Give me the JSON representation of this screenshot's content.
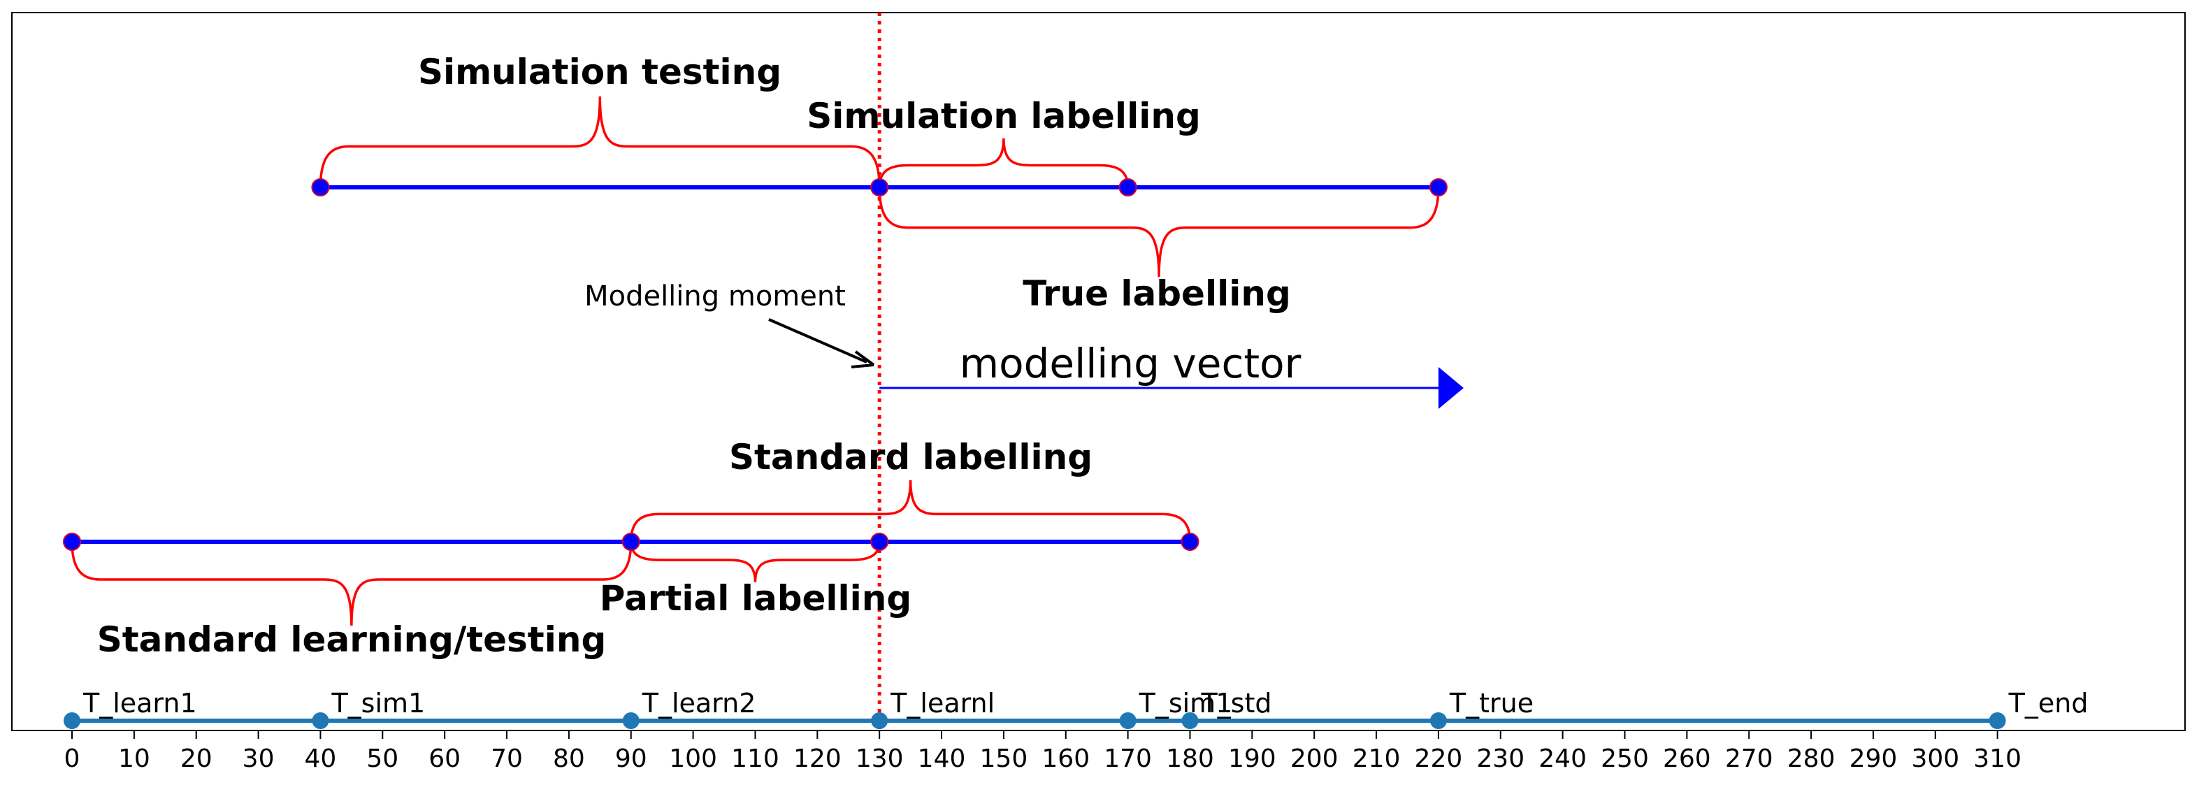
{
  "chart_data": {
    "type": "timeline",
    "xlim": [
      -10,
      340
    ],
    "grid": false,
    "x_ticks": [
      0,
      10,
      20,
      30,
      40,
      50,
      60,
      70,
      80,
      90,
      100,
      110,
      120,
      130,
      140,
      150,
      160,
      170,
      180,
      190,
      200,
      210,
      220,
      230,
      240,
      250,
      260,
      270,
      280,
      290,
      300,
      310
    ],
    "timeline_points": [
      {
        "label": "T_learn1",
        "x": 0
      },
      {
        "label": "T_sim1",
        "x": 40
      },
      {
        "label": "T_learn2",
        "x": 90
      },
      {
        "label": "T_learnl",
        "x": 130
      },
      {
        "label": "T_sim1",
        "x": 170
      },
      {
        "label": "T_std",
        "x": 180
      },
      {
        "label": "T_true",
        "x": 220
      },
      {
        "label": "T_end",
        "x": 310
      }
    ],
    "segments": [
      {
        "name": "simulation",
        "from": 40,
        "to": 220,
        "points": [
          40,
          130,
          170,
          220
        ]
      },
      {
        "name": "standard",
        "from": 0,
        "to": 180,
        "points": [
          0,
          90,
          130,
          180
        ]
      }
    ],
    "braces": [
      {
        "label": "Simulation testing",
        "from": 40,
        "to": 130,
        "row": "simulation",
        "side": "above"
      },
      {
        "label": "Simulation labelling",
        "from": 130,
        "to": 170,
        "row": "simulation",
        "side": "above"
      },
      {
        "label": "True labelling",
        "from": 130,
        "to": 220,
        "row": "simulation",
        "side": "below"
      },
      {
        "label": "Standard labelling",
        "from": 90,
        "to": 180,
        "row": "standard",
        "side": "above"
      },
      {
        "label": "Standard learning/testing",
        "from": 0,
        "to": 90,
        "row": "standard",
        "side": "below"
      },
      {
        "label": "Partial labelling",
        "from": 90,
        "to": 130,
        "row": "standard",
        "side": "below"
      }
    ],
    "modelling_moment": {
      "x": 130,
      "label": "Modelling moment"
    },
    "modelling_vector": {
      "from": 130,
      "to": 220,
      "label": "modelling vector"
    },
    "colors": {
      "segment_line": "#0000ff",
      "segment_point": "#0000ff",
      "brace": "#ff0000",
      "moment_line": "#ff0000",
      "timeline": "#1f77b4",
      "arrow": "#000000",
      "vector": "#0000ff"
    }
  }
}
